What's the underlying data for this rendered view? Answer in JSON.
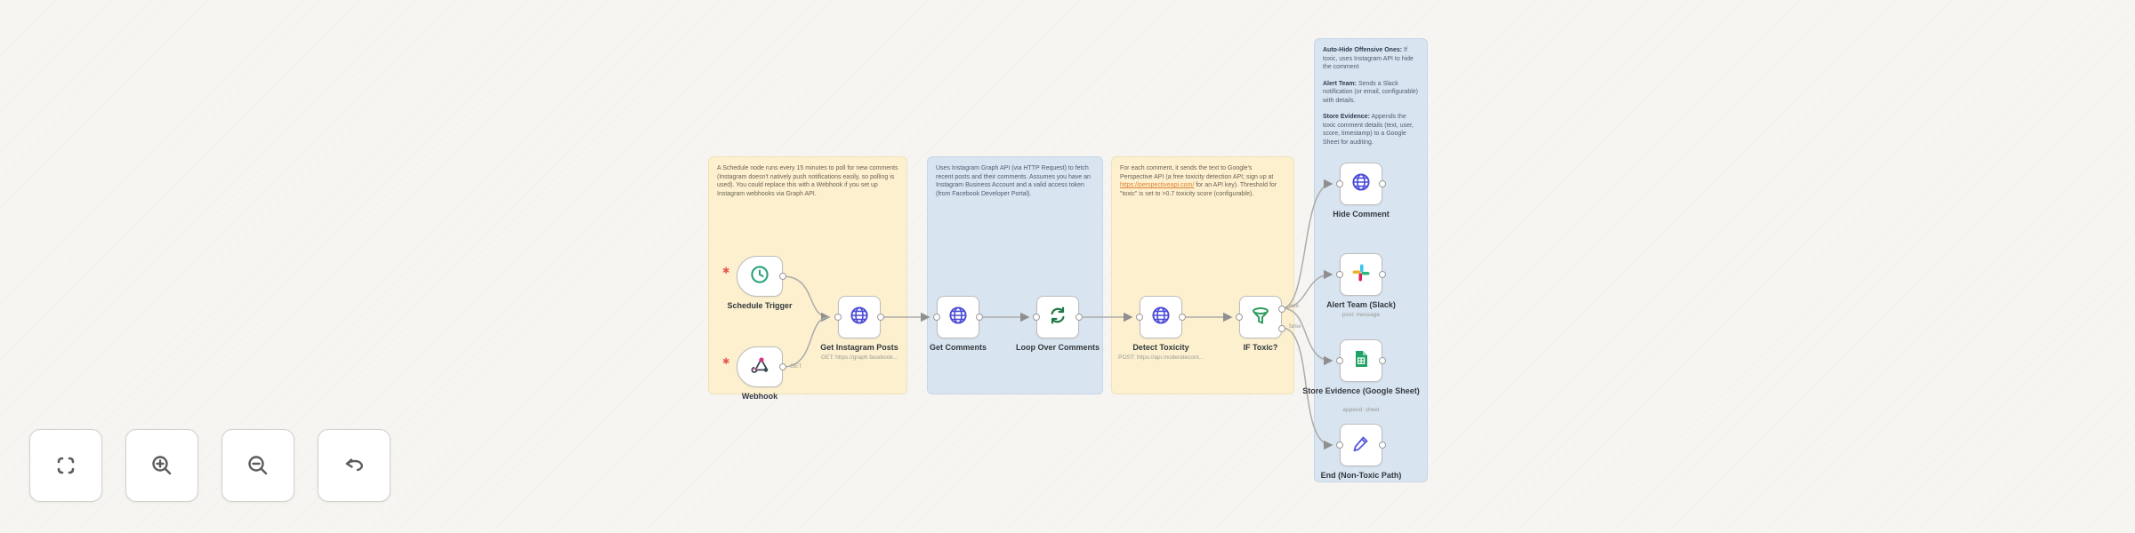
{
  "app": "workflow-canvas",
  "colors": {
    "canvas_bg": "#f6f5f2",
    "note_amber": "#fcf0cf",
    "note_blue": "#d8e4f0",
    "node_border": "#bdbdbd",
    "connection_gray": "#ababab",
    "http_icon_blue": "#4a4ad8",
    "schedule_green": "#2aa17c",
    "loop_green": "#1f7a46",
    "if_green": "#2f9e5f",
    "sheets_green": "#1ea362",
    "pencil_indigo": "#5b5be0",
    "webhook_pink": "#d63384",
    "slack_blue": "#36C5F0",
    "slack_green": "#2EB67D",
    "slack_red": "#E01E5A",
    "slack_yellow": "#ECB22E",
    "link_orange": "#e0822f",
    "trigger_issue_red": "#e85a50"
  },
  "notes": [
    {
      "id": "note-schedule",
      "color": "amber",
      "text": "A Schedule node runs every 15 minutes to poll for new comments (Instagram doesn't natively push notifications easily, so polling is used). You could replace this with a Webhook if you set up Instagram webhooks via Graph API."
    },
    {
      "id": "note-fetch",
      "color": "blue",
      "text": "Uses Instagram Graph API (via HTTP Request) to fetch recent posts and their comments. Assumes you have an Instagram Business Account and a valid access token (from Facebook Developer Portal)."
    },
    {
      "id": "note-toxicity",
      "color": "amber",
      "pre": "For each comment, it sends the text to Google's Perspective API (a free toxicity detection API; sign up at ",
      "link": "https://perspectiveapi.com/",
      "post": " for an API key). Threshold for \"toxic\" is set to >0.7 toxicity score (configurable)."
    },
    {
      "id": "note-actions",
      "color": "blue",
      "sections": [
        {
          "title": "Auto-Hide Offensive Ones:",
          "body": " If toxic, uses Instagram API to hide the comment"
        },
        {
          "title": "Alert Team:",
          "body": " Sends a Slack notification (or email, configurable) with details."
        },
        {
          "title": "Store Evidence:",
          "body": " Appends the toxic comment details (text, user, score, timestamp) to a Google Sheet for auditing."
        }
      ]
    }
  ],
  "nodes": [
    {
      "label": "Schedule Trigger",
      "type": "schedule-trigger",
      "icon": "clock-icon"
    },
    {
      "label": "Webhook",
      "type": "webhook-trigger",
      "icon": "webhook-icon",
      "port_label": "GET"
    },
    {
      "label": "Get Instagram Posts",
      "type": "http-request",
      "icon": "globe-icon",
      "subtitle": "GET: https://graph.facebook..."
    },
    {
      "label": "Get Comments",
      "type": "http-request",
      "icon": "globe-icon"
    },
    {
      "label": "Loop Over Comments",
      "type": "loop",
      "icon": "loop-icon"
    },
    {
      "label": "Detect Toxicity",
      "type": "http-request",
      "icon": "globe-icon",
      "subtitle": "POST: https://api.moderatecont..."
    },
    {
      "label": "IF Toxic?",
      "type": "if",
      "icon": "filter-icon",
      "outputs": [
        "true",
        "false"
      ]
    },
    {
      "label": "Hide Comment",
      "type": "http-request",
      "icon": "globe-icon"
    },
    {
      "label": "Alert Team (Slack)",
      "type": "slack",
      "icon": "slack-icon",
      "subtitle": "post: message"
    },
    {
      "label": "Store Evidence (Google Sheet)",
      "type": "google-sheets",
      "icon": "sheets-icon",
      "subtitle": "append: sheet"
    },
    {
      "label": "End (Non-Toxic Path)",
      "type": "edit-fields",
      "icon": "pencil-icon"
    }
  ],
  "controls": [
    {
      "id": "zoom-to-fit",
      "icon": "fit-view-icon"
    },
    {
      "id": "zoom-in",
      "icon": "zoom-in-icon"
    },
    {
      "id": "zoom-out",
      "icon": "zoom-out-icon"
    },
    {
      "id": "undo",
      "icon": "undo-icon"
    }
  ]
}
